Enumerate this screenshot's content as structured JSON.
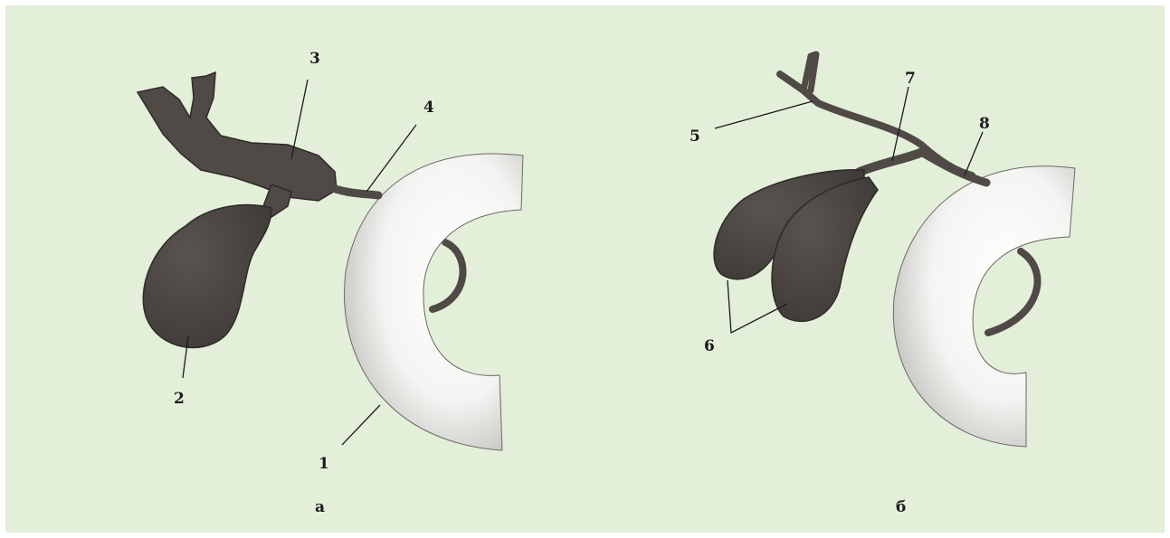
{
  "colors": {
    "background": "#e3efd9",
    "organ": "#4f4a46",
    "duodenum": "#ffffff",
    "ink": "#1a1a1a"
  },
  "panels": [
    {
      "caption": "а",
      "labels": [
        "1",
        "2",
        "3",
        "4"
      ]
    },
    {
      "caption": "б",
      "labels": [
        "5",
        "6",
        "7",
        "8"
      ]
    }
  ]
}
